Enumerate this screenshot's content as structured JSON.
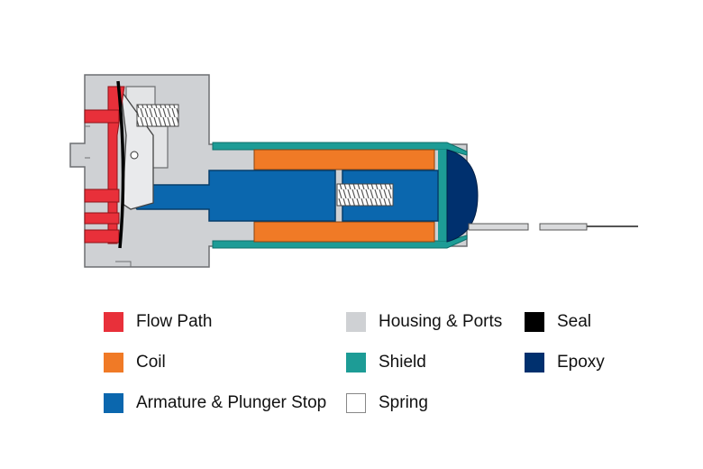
{
  "colors": {
    "flow_path": "#E8303A",
    "coil": "#F07A26",
    "armature": "#0B67AE",
    "housing": "#CFD1D4",
    "shield": "#1D9C96",
    "spring": "#FFFFFF",
    "seal": "#000000",
    "epoxy": "#00306E"
  },
  "legend": [
    {
      "key": "flow_path",
      "label": "Flow Path"
    },
    {
      "key": "coil",
      "label": "Coil"
    },
    {
      "key": "armature",
      "label": "Armature & Plunger Stop"
    },
    {
      "key": "housing",
      "label": "Housing & Ports"
    },
    {
      "key": "shield",
      "label": "Shield"
    },
    {
      "key": "spring",
      "label": "Spring"
    },
    {
      "key": "seal",
      "label": "Seal"
    },
    {
      "key": "epoxy",
      "label": "Epoxy"
    }
  ]
}
